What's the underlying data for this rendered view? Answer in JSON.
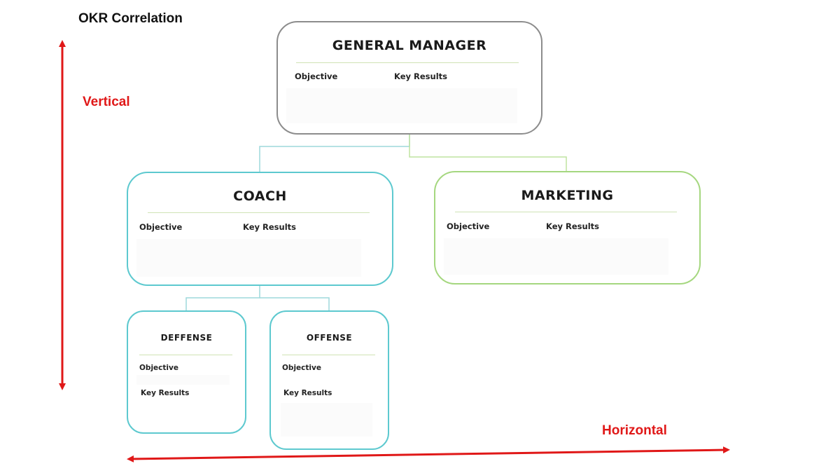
{
  "title": "OKR Correlation",
  "axes": {
    "vertical_label": "Vertical",
    "horizontal_label": "Horizontal",
    "color": "#e01818"
  },
  "nodes": {
    "general_manager": {
      "title": "GENERAL MANAGER",
      "objective_label": "Objective",
      "key_results_label": "Key Results",
      "border_color": "#8c8c8c"
    },
    "coach": {
      "title": "COACH",
      "objective_label": "Objective",
      "key_results_label": "Key Results",
      "border_color": "#5dc9cf"
    },
    "marketing": {
      "title": "MARKETING",
      "objective_label": "Objective",
      "key_results_label": "Key Results",
      "border_color": "#a5d77f"
    },
    "defense": {
      "title": "DEFFENSE",
      "objective_label": "Objective",
      "key_results_label": "Key Results",
      "border_color": "#5dc9cf"
    },
    "offense": {
      "title": "OFFENSE",
      "objective_label": "Objective",
      "key_results_label": "Key Results",
      "border_color": "#5dc9cf"
    }
  },
  "edges": [
    {
      "from": "general_manager",
      "to": "coach"
    },
    {
      "from": "general_manager",
      "to": "marketing"
    },
    {
      "from": "coach",
      "to": "defense"
    },
    {
      "from": "coach",
      "to": "offense"
    }
  ]
}
